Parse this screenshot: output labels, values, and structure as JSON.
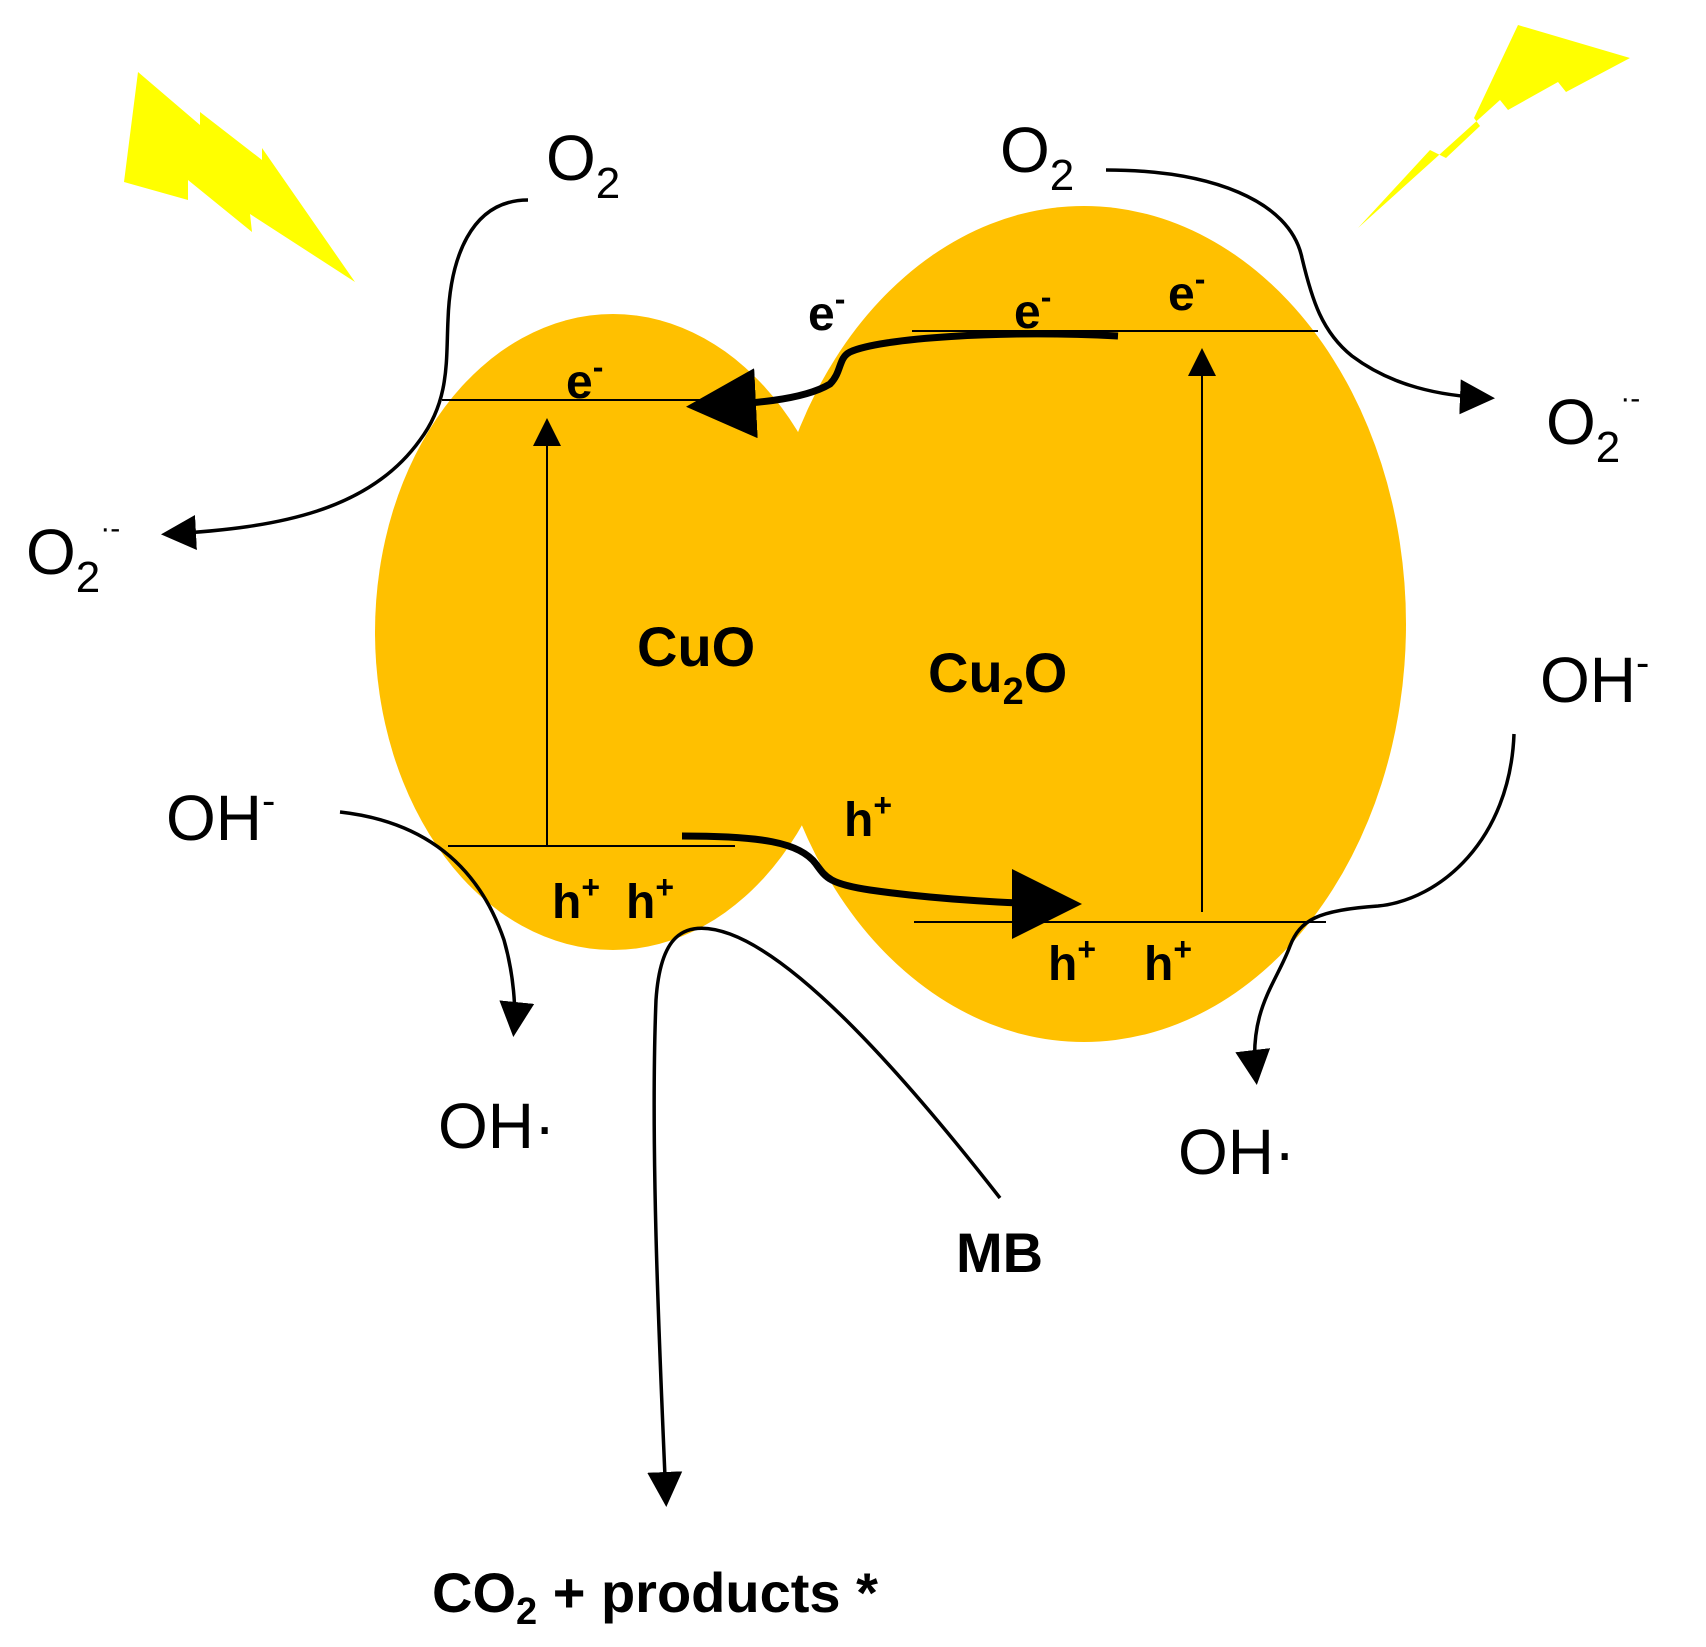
{
  "colors": {
    "particle": "#FFC000",
    "lightning": "#FFFF00",
    "line": "#000000",
    "background": "#FFFFFF"
  },
  "particles": {
    "cuo": {
      "label_main": "CuO"
    },
    "cu2o": {
      "label_main": "Cu",
      "label_sub": "2",
      "label_tail": "O"
    }
  },
  "species": {
    "o2_left": {
      "main": "O",
      "sub": "2"
    },
    "o2_right": {
      "main": "O",
      "sub": "2"
    },
    "superoxide_left": {
      "main": "O",
      "sub": "2",
      "sup": "·-"
    },
    "superoxide_right": {
      "main": "O",
      "sub": "2",
      "sup": "·-"
    },
    "oh_minus_left": {
      "main": "OH",
      "sup": "-"
    },
    "oh_minus_right": {
      "main": "OH",
      "sup": "-"
    },
    "oh_radical_left": {
      "main": "OH·"
    },
    "oh_radical_right": {
      "main": "OH·"
    }
  },
  "carriers": {
    "electron": {
      "main": "e",
      "sup": "-"
    },
    "hole": {
      "main": "h",
      "sup": "+"
    }
  },
  "pollutant": "MB",
  "products": {
    "main": "CO",
    "sub": "2",
    "tail": " + products *"
  },
  "icons": [
    "lightning-icon-left",
    "lightning-icon-right"
  ]
}
